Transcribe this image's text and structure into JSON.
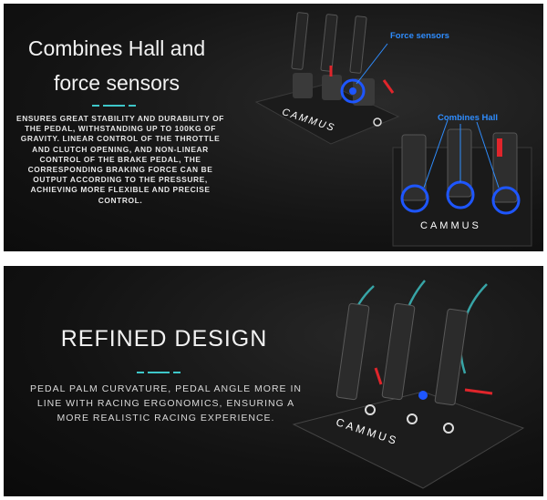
{
  "panels": [
    {
      "headline": [
        "Combines Hall and",
        "force sensors"
      ],
      "body": "ENSURES GREAT STABILITY AND DURABILITY OF THE PEDAL, WITHSTANDING UP TO 100KG OF GRAVITY. LINEAR CONTROL OF THE THROTTLE AND CLUTCH OPENING, AND NON-LINEAR CONTROL OF THE BRAKE PEDAL, THE CORRESPONDING BRAKING FORCE CAN BE OUTPUT ACCORDING TO THE PRESSURE, ACHIEVING MORE FLEXIBLE AND PRECISE CONTROL.",
      "callouts": {
        "force": "Force sensors",
        "hall": "Combines Hall"
      },
      "brand": [
        "CAMMUS",
        "CAMMUS"
      ]
    },
    {
      "headline": "REFINED DESIGN",
      "body": "PEDAL PALM CURVATURE, PEDAL ANGLE MORE IN LINE WITH RACING ERGONOMICS, ENSURING A MORE REALISTIC RACING EXPERIENCE.",
      "brand": "CAMMUS"
    }
  ],
  "colors": {
    "accent": "#3ec7c9",
    "callout": "#2f8dff",
    "spring": "#e0252b",
    "sensor_blue": "#1e56ff"
  }
}
